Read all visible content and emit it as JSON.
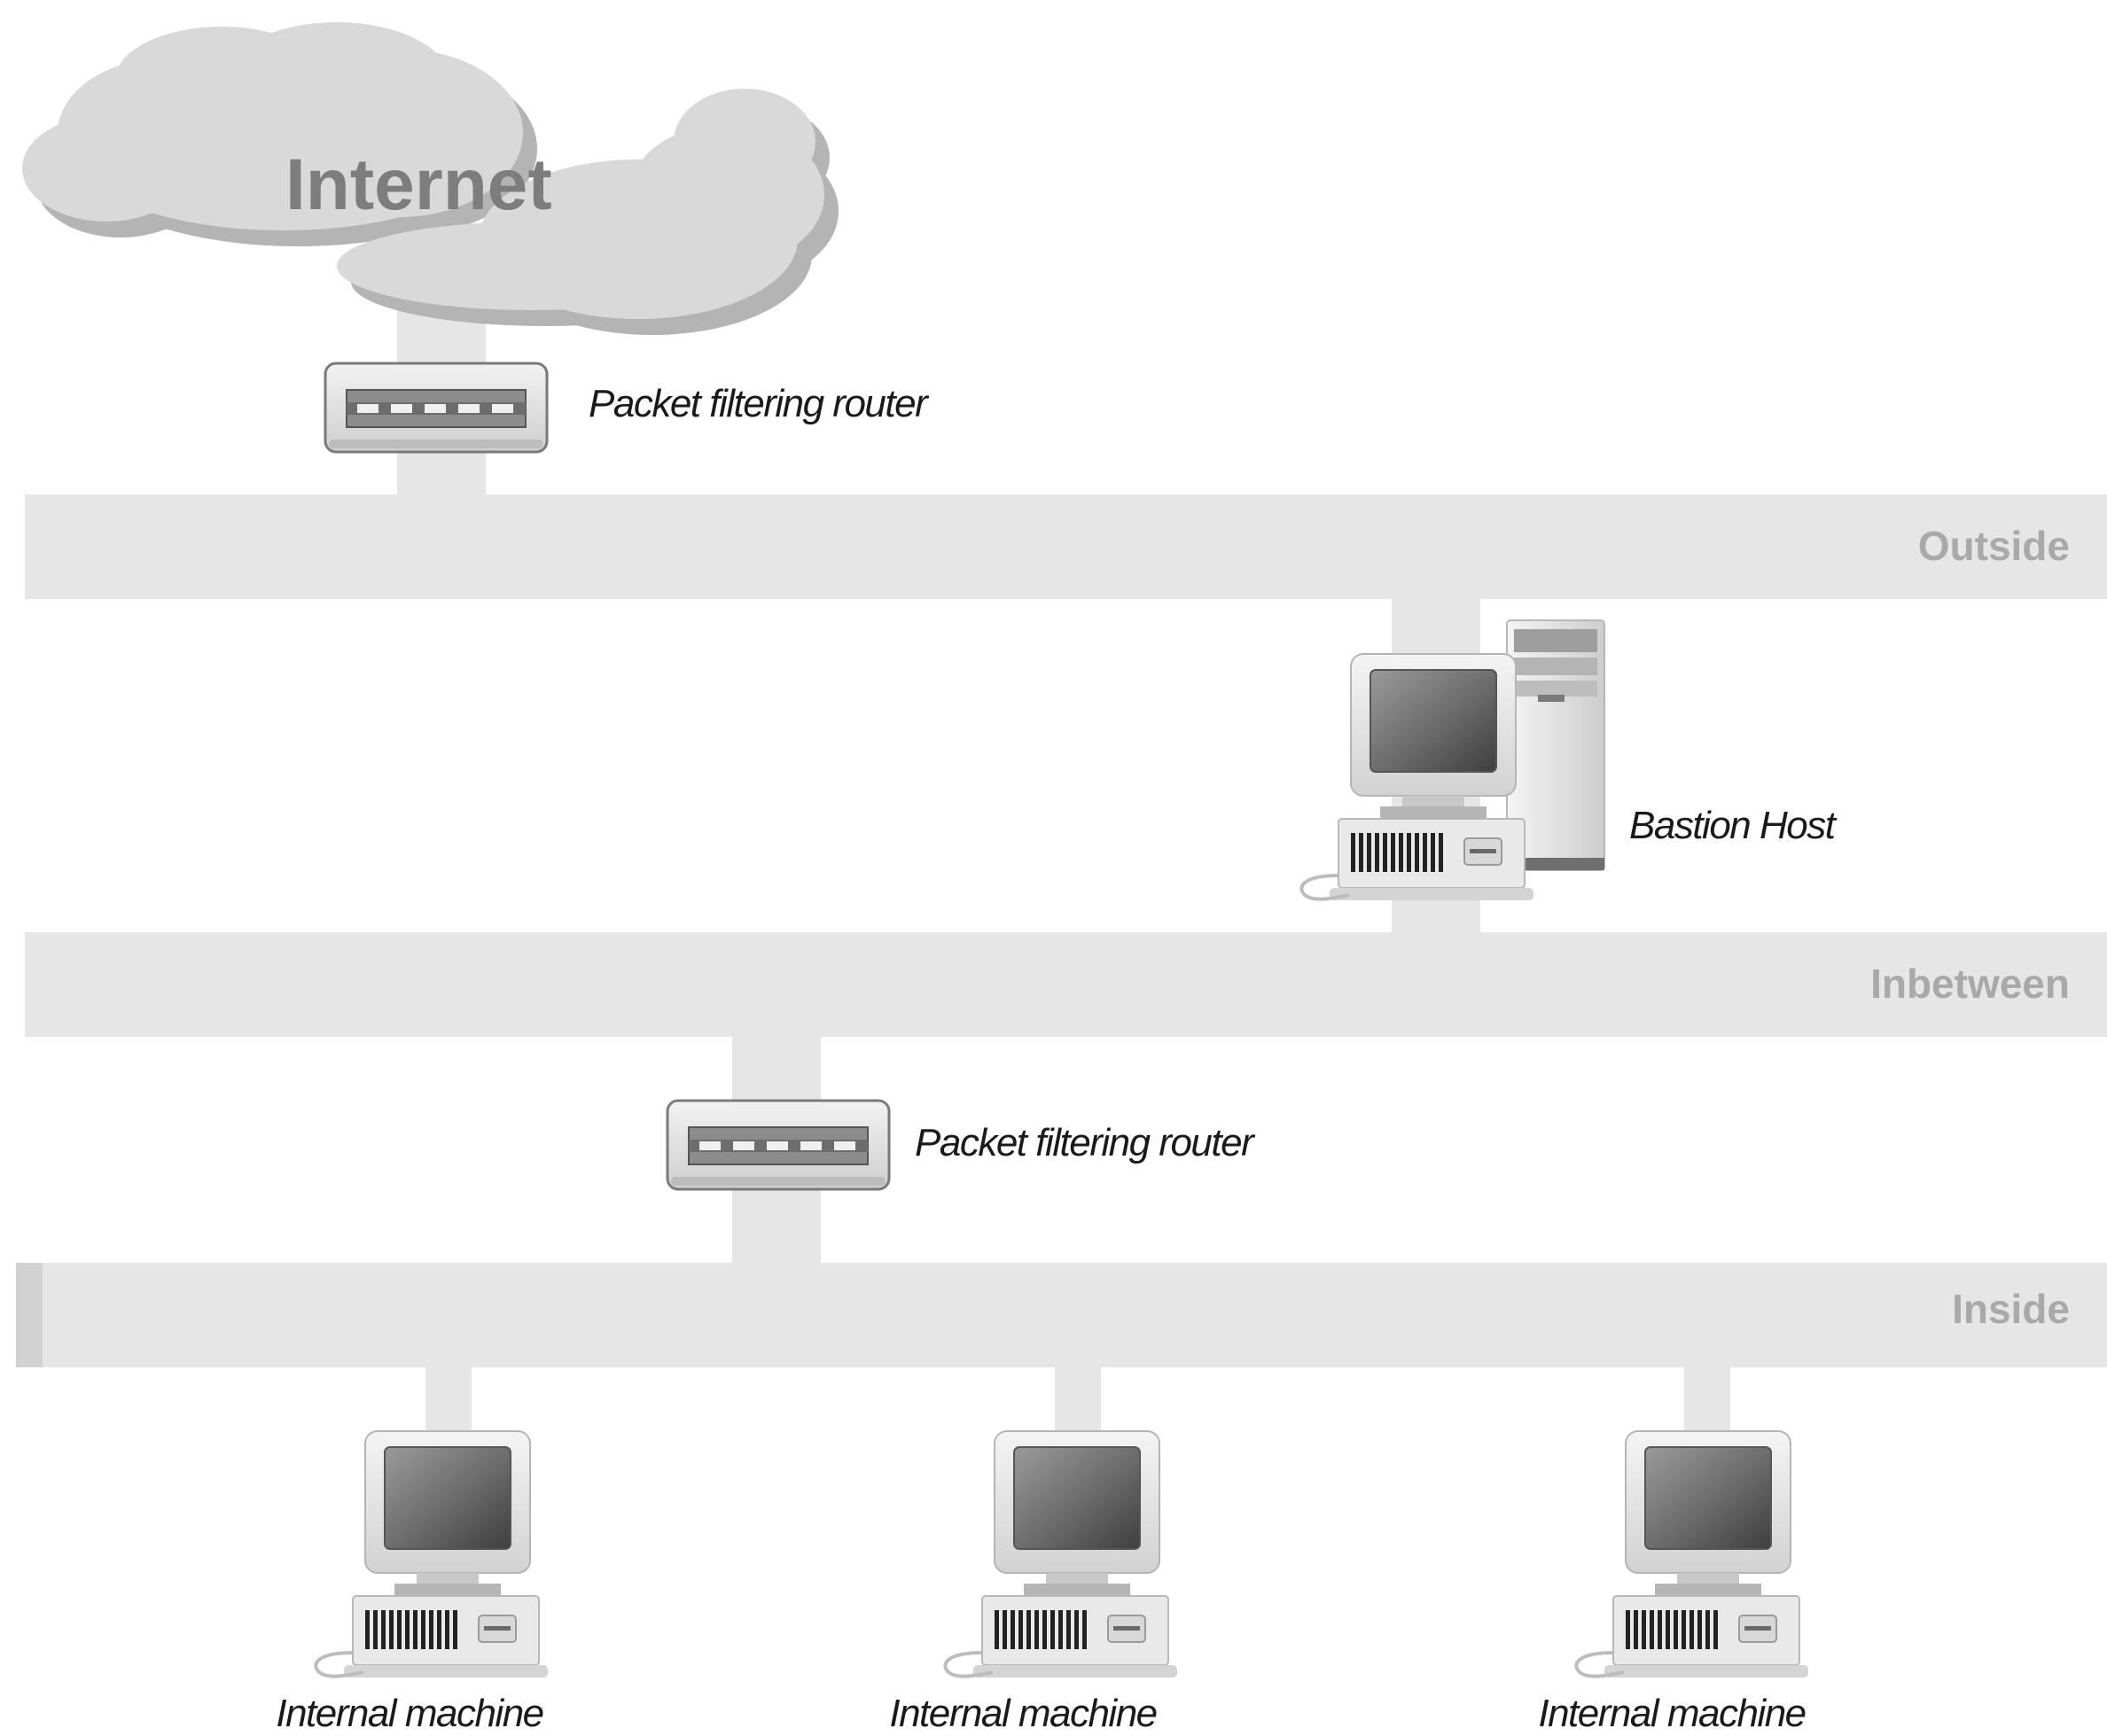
{
  "cloud": {
    "label": "Internet"
  },
  "networks": {
    "outside": "Outside",
    "inbetween": "Inbetween",
    "inside": "Inside"
  },
  "routers": {
    "outer": {
      "label": "Packet filtering router"
    },
    "inner": {
      "label": "Packet filtering router"
    }
  },
  "bastion": {
    "label": "Bastion Host"
  },
  "internal_machines": [
    {
      "label": "Internal machine"
    },
    {
      "label": "Internal machine"
    },
    {
      "label": "Internal machine"
    }
  ],
  "colors": {
    "segment": "#e6e6e6",
    "cloud": "#d9d9d9",
    "cloud_shadow": "#b4b4b4",
    "net_label": "#a9a9a9"
  },
  "icons": [
    "cloud-icon",
    "router-icon",
    "computer-icon",
    "tower-icon"
  ]
}
